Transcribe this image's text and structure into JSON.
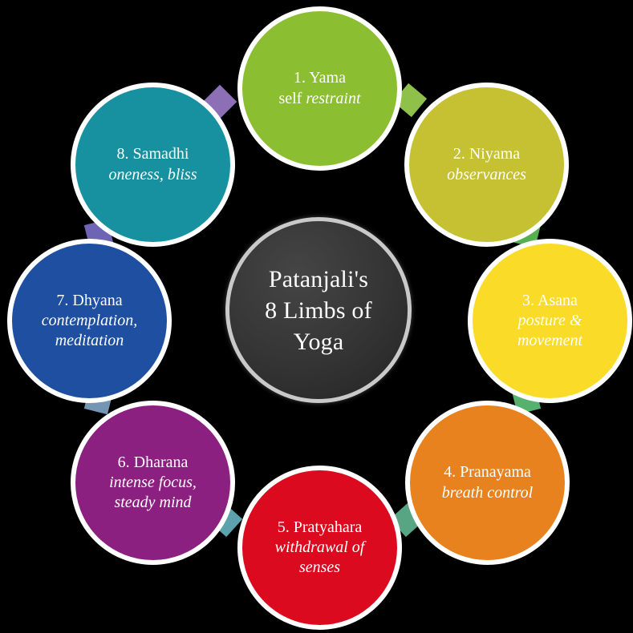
{
  "diagram": {
    "title": "Patanjali's 8 Limbs of Yoga",
    "center": {
      "label": "Patanjali's 8 Limbs of Yoga",
      "line1": "Patanjali's",
      "line2": "8 Limbs of",
      "line3": "Yoga",
      "fill": "#353535",
      "ring": "#c9c9c9",
      "text_color": "#ffffff"
    },
    "background": "#000000",
    "limbs": [
      {
        "number": "1.",
        "name": "Yama",
        "title": "1. Yama",
        "subtitle": "self restraint",
        "subtitle_lines": [
          "self restraint"
        ],
        "fill": "#8CBE32",
        "position": "top"
      },
      {
        "number": "2.",
        "name": "Niyama",
        "title": "2. Niyama",
        "subtitle": "observances",
        "subtitle_lines": [
          "observances"
        ],
        "fill": "#C6C133",
        "position": "top-right"
      },
      {
        "number": "3.",
        "name": "Asana",
        "title": "3. Asana",
        "subtitle": "posture & movement",
        "subtitle_lines": [
          "posture &",
          "movement"
        ],
        "fill": "#FADC28",
        "position": "right"
      },
      {
        "number": "4.",
        "name": "Pranayama",
        "title": "4. Pranayama",
        "subtitle": "breath control",
        "subtitle_lines": [
          "breath control"
        ],
        "fill": "#E8821E",
        "position": "bottom-right"
      },
      {
        "number": "5.",
        "name": "Pratyahara",
        "title": "5. Pratyahara",
        "subtitle": "withdrawal of senses",
        "subtitle_lines": [
          "withdrawal of",
          "senses"
        ],
        "fill": "#DC0A1E",
        "position": "bottom"
      },
      {
        "number": "6.",
        "name": "Dharana",
        "title": "6. Dharana",
        "subtitle": "intense focus, steady mind",
        "subtitle_lines": [
          "intense focus,",
          "steady mind"
        ],
        "fill": "#8C2080",
        "position": "bottom-left"
      },
      {
        "number": "7.",
        "name": "Dhyana",
        "title": "7. Dhyana",
        "subtitle": "contemplation, meditation",
        "subtitle_lines": [
          "contemplation,",
          "meditation"
        ],
        "fill": "#1E4FA0",
        "position": "left"
      },
      {
        "number": "8.",
        "name": "Samadhi",
        "title": "8. Samadhi",
        "subtitle": "oneness, bliss",
        "subtitle_lines": [
          "oneness, bliss"
        ],
        "fill": "#1790A0",
        "position": "top-left"
      }
    ],
    "connectors": [
      {
        "from": "1. Yama",
        "to": "2. Niyama",
        "color": "#8EC04A"
      },
      {
        "from": "2. Niyama",
        "to": "3. Asana",
        "color": "#56B050"
      },
      {
        "from": "3. Asana",
        "to": "4. Pranayama",
        "color": "#56B06E"
      },
      {
        "from": "4. Pranayama",
        "to": "5. Pratyahara",
        "color": "#57A583"
      },
      {
        "from": "5. Pratyahara",
        "to": "6. Dharana",
        "color": "#5BA2AE"
      },
      {
        "from": "6. Dharana",
        "to": "7. Dhyana",
        "color": "#7496B4"
      },
      {
        "from": "7. Dhyana",
        "to": "8. Samadhi",
        "color": "#6E64B4"
      },
      {
        "from": "8. Samadhi",
        "to": "1. Yama",
        "color": "#8C6FB5"
      }
    ]
  }
}
